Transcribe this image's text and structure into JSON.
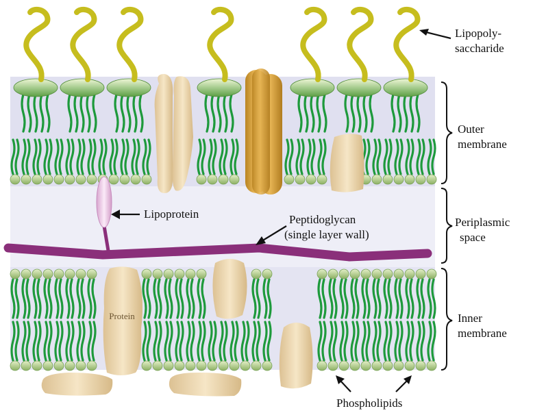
{
  "labels": {
    "lps_line1": "Lipopoly-",
    "lps_line2": "saccharide",
    "outer_line1": "Outer",
    "outer_line2": "membrane",
    "periplasmic_line1": "Periplasmic",
    "periplasmic_line2": "space",
    "inner_line1": "Inner",
    "inner_line2": "membrane",
    "lipoprotein": "Lipoprotein",
    "peptidoglycan_line1": "Peptidoglycan",
    "peptidoglycan_line2": "(single layer wall)",
    "phospholipids": "Phospholipids",
    "protein": "Protein"
  },
  "colors": {
    "lps_chain": "#c6bd1e",
    "lipid_head": "#9fbf7a",
    "lipid_tail": "#1e9a3c",
    "membrane_band": "#d9d9ee",
    "protein_fill": "#ecd7b0",
    "porin_fill": "#d9a94a",
    "peptidoglycan": "#8a2f7a",
    "lipoprotein": "#f1d2ec"
  }
}
